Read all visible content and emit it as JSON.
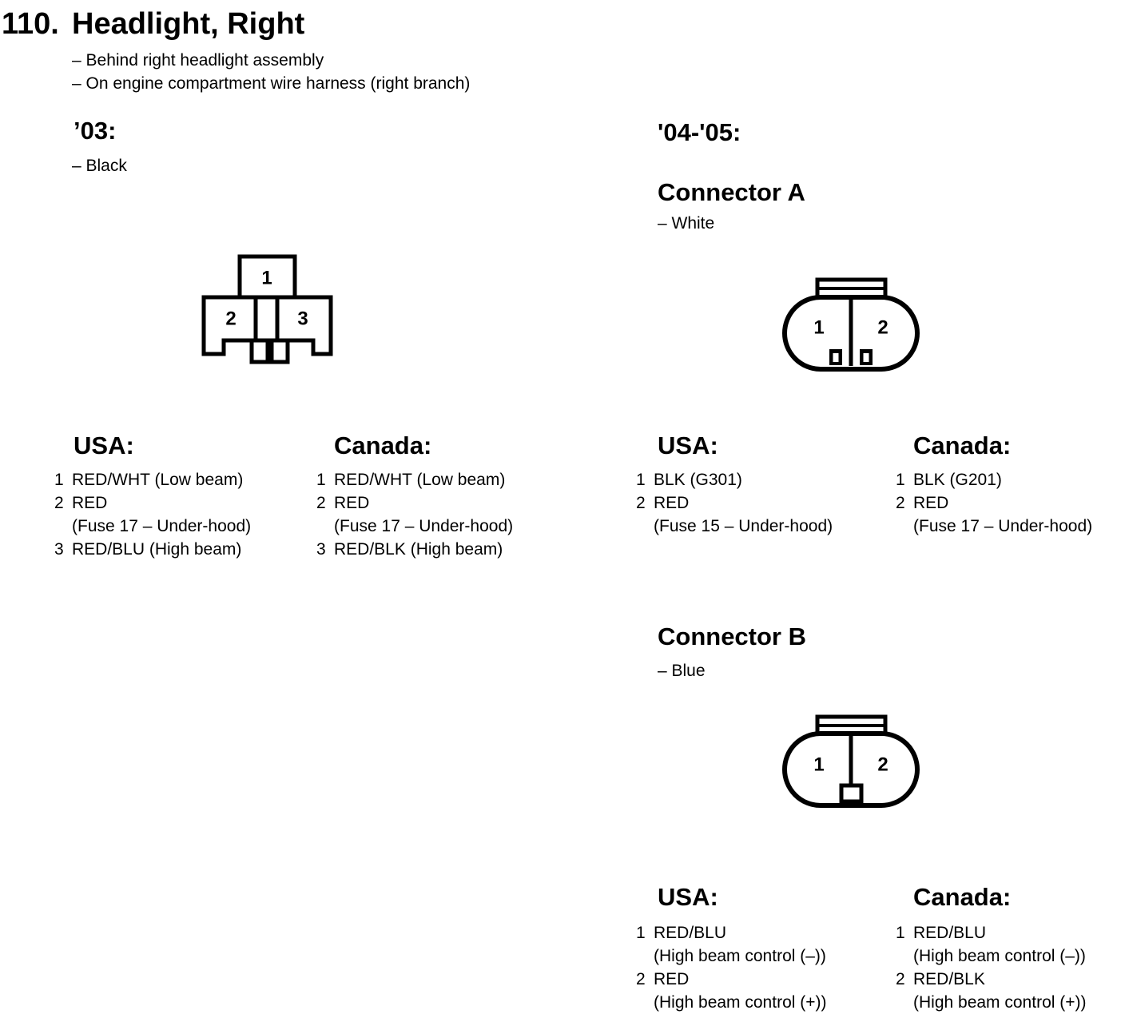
{
  "page": {
    "title_number": "110.",
    "title": "Headlight, Right",
    "location_notes": [
      "– Behind right headlight assembly",
      "– On engine compartment wire harness (right branch)"
    ]
  },
  "section_03": {
    "heading": "’03:",
    "color_note": "– Black",
    "connector_pins": [
      "1",
      "2",
      "3"
    ],
    "usa": {
      "heading": "USA:",
      "rows": [
        {
          "num": "1",
          "text": "RED/WHT (Low beam)"
        },
        {
          "num": "2",
          "text": "RED"
        },
        {
          "num": "",
          "text": "(Fuse 17 – Under-hood)"
        },
        {
          "num": "3",
          "text": "RED/BLU (High beam)"
        }
      ]
    },
    "canada": {
      "heading": "Canada:",
      "rows": [
        {
          "num": "1",
          "text": "RED/WHT (Low beam)"
        },
        {
          "num": "2",
          "text": "RED"
        },
        {
          "num": "",
          "text": "(Fuse 17 – Under-hood)"
        },
        {
          "num": "3",
          "text": "RED/BLK (High beam)"
        }
      ]
    }
  },
  "section_0405": {
    "heading": "'04-'05:",
    "connector_a": {
      "heading": "Connector A",
      "color_note": "– White",
      "connector_pins": [
        "1",
        "2"
      ],
      "usa": {
        "heading": "USA:",
        "rows": [
          {
            "num": "1",
            "text": "BLK (G301)"
          },
          {
            "num": "2",
            "text": "RED"
          },
          {
            "num": "",
            "text": "(Fuse 15 – Under-hood)"
          }
        ]
      },
      "canada": {
        "heading": "Canada:",
        "rows": [
          {
            "num": "1",
            "text": "BLK (G201)"
          },
          {
            "num": "2",
            "text": "RED"
          },
          {
            "num": "",
            "text": "(Fuse 17 – Under-hood)"
          }
        ]
      }
    },
    "connector_b": {
      "heading": "Connector B",
      "color_note": "– Blue",
      "connector_pins": [
        "1",
        "2"
      ],
      "usa": {
        "heading": "USA:",
        "rows": [
          {
            "num": "1",
            "text": "RED/BLU"
          },
          {
            "num": "",
            "text": "(High beam control (–))"
          },
          {
            "num": "2",
            "text": "RED"
          },
          {
            "num": "",
            "text": "(High beam control (+))"
          }
        ]
      },
      "canada": {
        "heading": "Canada:",
        "rows": [
          {
            "num": "1",
            "text": "RED/BLU"
          },
          {
            "num": "",
            "text": "(High beam control (–))"
          },
          {
            "num": "2",
            "text": "RED/BLK"
          },
          {
            "num": "",
            "text": "(High beam control (+))"
          }
        ]
      }
    }
  },
  "colors": {
    "ink": "#000000",
    "paper": "#ffffff"
  }
}
